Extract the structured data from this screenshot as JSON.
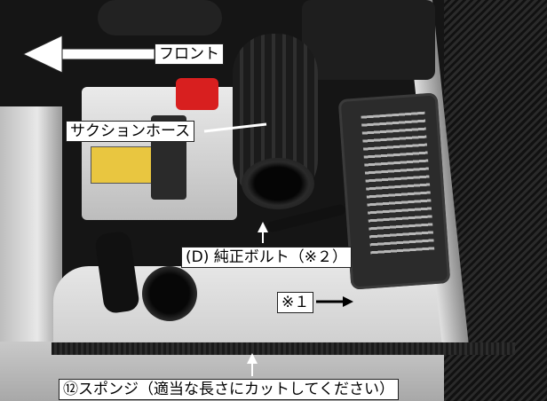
{
  "labels": {
    "front": "フロント",
    "suction_hose": "サクションホース",
    "genuine_bolt": "(D) 純正ボルト（※２）",
    "mark_1": "※１",
    "sponge_note": "⑫スポンジ（適当な長さにカットしてください）"
  },
  "colors": {
    "label_bg": "#ffffff",
    "label_text": "#000000",
    "arrow": "#ffffff",
    "battery_cap": "#d81f1f",
    "fuse_box": "#2b2b2b",
    "body_panel": "#dcdcdc"
  }
}
